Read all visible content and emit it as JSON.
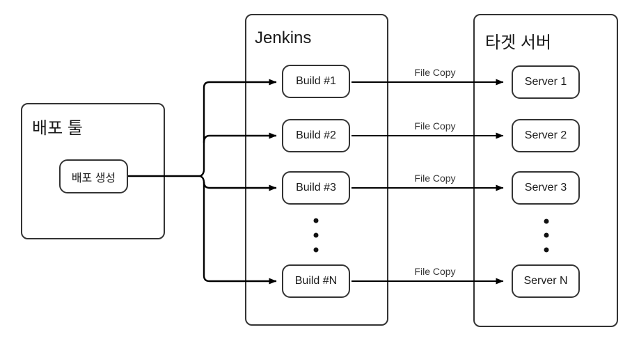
{
  "diagram": {
    "source": {
      "container_title": "배포 툴",
      "node_label": "배포 생성"
    },
    "jenkins": {
      "container_title": "Jenkins",
      "nodes": [
        {
          "label": "Build #1"
        },
        {
          "label": "Build #2"
        },
        {
          "label": "Build #3"
        },
        {
          "label": "Build #N"
        }
      ]
    },
    "target": {
      "container_title": "타겟 서버",
      "nodes": [
        {
          "label": "Server 1"
        },
        {
          "label": "Server 2"
        },
        {
          "label": "Server 3"
        },
        {
          "label": "Server N"
        }
      ]
    },
    "edges": {
      "file_copy_labels": [
        "File Copy",
        "File Copy",
        "File Copy",
        "File Copy"
      ]
    },
    "colors": {
      "background": "#ffffff",
      "shape_border": "#333333",
      "connector": "#000000",
      "text": "#1a1a1a",
      "edge_label_text": "#333333"
    }
  }
}
